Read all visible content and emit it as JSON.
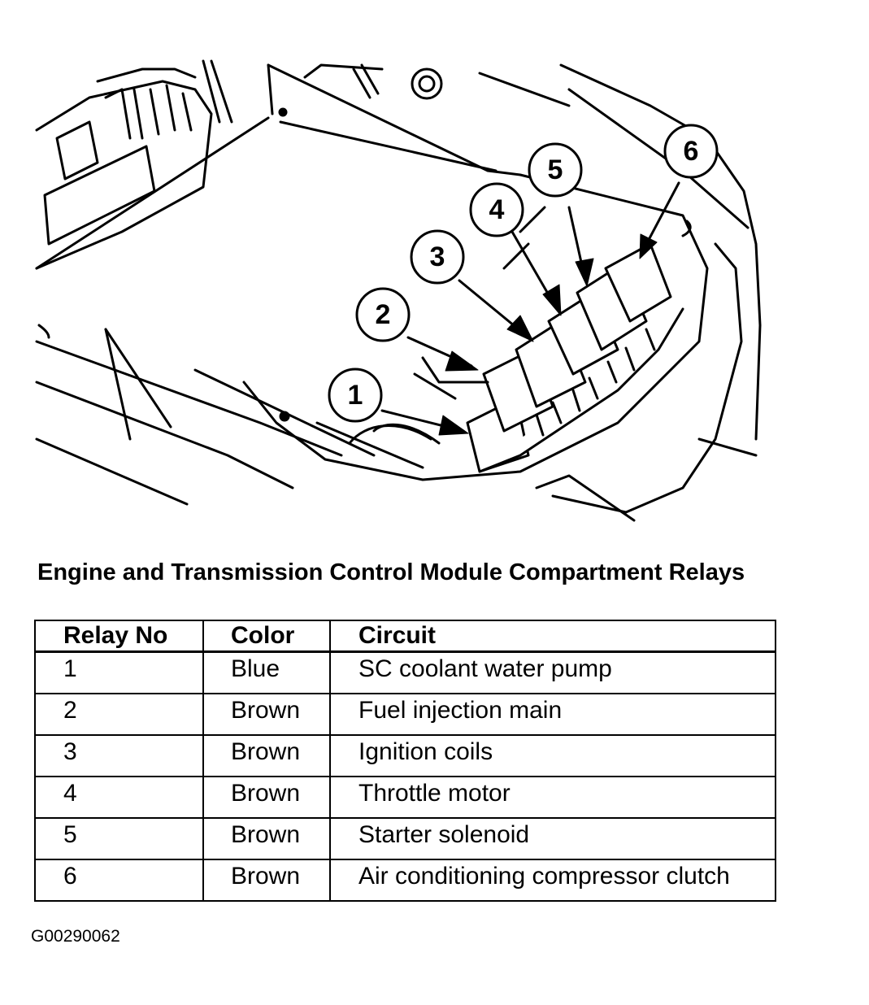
{
  "title": "Engine and Transmission Control Module Compartment Relays",
  "callouts": [
    "1",
    "2",
    "3",
    "4",
    "5",
    "6"
  ],
  "table": {
    "headers": [
      "Relay No",
      "Color",
      "Circuit"
    ],
    "rows": [
      {
        "relay": "1",
        "color": "Blue",
        "circuit": "SC coolant water pump"
      },
      {
        "relay": "2",
        "color": "Brown",
        "circuit": "Fuel injection main"
      },
      {
        "relay": "3",
        "color": "Brown",
        "circuit": "Ignition coils"
      },
      {
        "relay": "4",
        "color": "Brown",
        "circuit": "Throttle motor"
      },
      {
        "relay": "5",
        "color": "Brown",
        "circuit": "Starter solenoid"
      },
      {
        "relay": "6",
        "color": "Brown",
        "circuit": "Air conditioning compressor clutch"
      }
    ]
  },
  "figure_id": "G00290062"
}
